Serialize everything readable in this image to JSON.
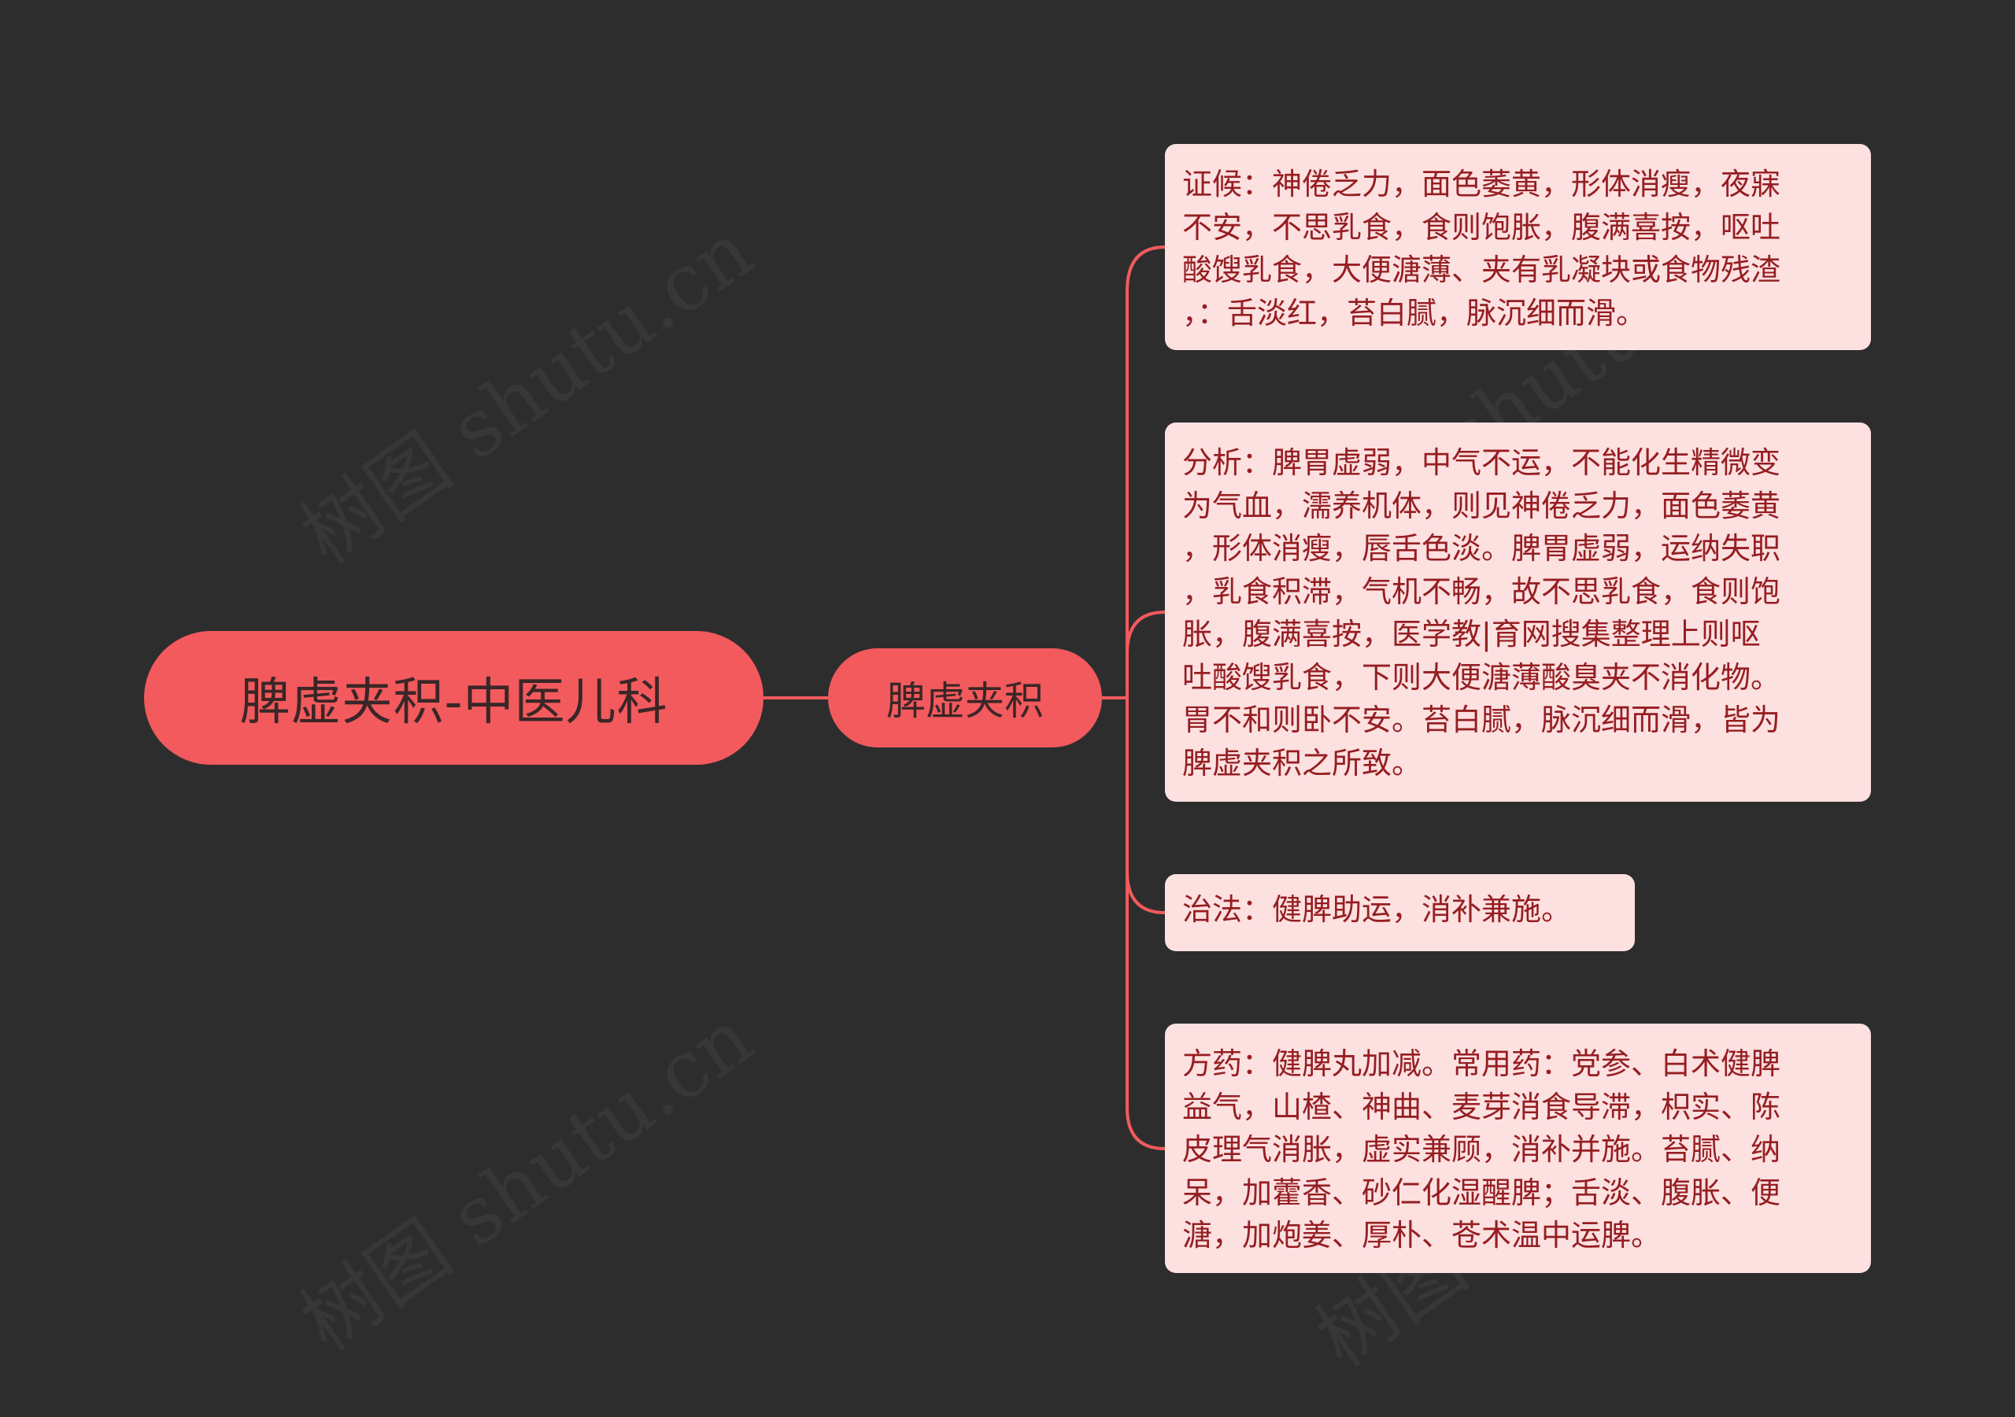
{
  "mindmap": {
    "root": {
      "label": "脾虚夹积-中医儿科"
    },
    "branch": {
      "label": "脾虚夹积"
    },
    "leaves": [
      {
        "text": "证候：神倦乏力，面色萎黄，形体消瘦，夜寐\n不安，不思乳食，食则饱胀，腹满喜按，呕吐\n酸馊乳食，大便溏薄、夹有乳凝块或食物残渣\n，：舌淡红，苔白腻，脉沉细而滑。"
      },
      {
        "text": "分析：脾胃虚弱，中气不运，不能化生精微变\n为气血，濡养机体，则见神倦乏力，面色萎黄\n，形体消瘦，唇舌色淡。脾胃虚弱，运纳失职\n，乳食积滞，气机不畅，故不思乳食，食则饱\n胀，腹满喜按，医学教|育网搜集整理上则呕\n吐酸馊乳食，下则大便溏薄酸臭夹不消化物。\n胃不和则卧不安。苔白腻，脉沉细而滑，皆为\n脾虚夹积之所致。"
      },
      {
        "text": "治法：健脾助运，消补兼施。"
      },
      {
        "text": "方药：健脾丸加减。常用药：党参、白术健脾\n益气，山楂、神曲、麦芽消食导滞，枳实、陈\n皮理气消胀，虚实兼顾，消补并施。苔腻、纳\n呆，加藿香、砂仁化湿醒脾；舌淡、腹胀、便\n溏，加炮姜、厚朴、苍术温中运脾。"
      }
    ]
  },
  "colors": {
    "background": "#2d2d2d",
    "node_fill": "#f25a5d",
    "leaf_fill": "#fde0e0",
    "leaf_text": "#951e22",
    "connector": "#f25a5d"
  },
  "watermark": {
    "text": "树图 shutu.cn"
  }
}
